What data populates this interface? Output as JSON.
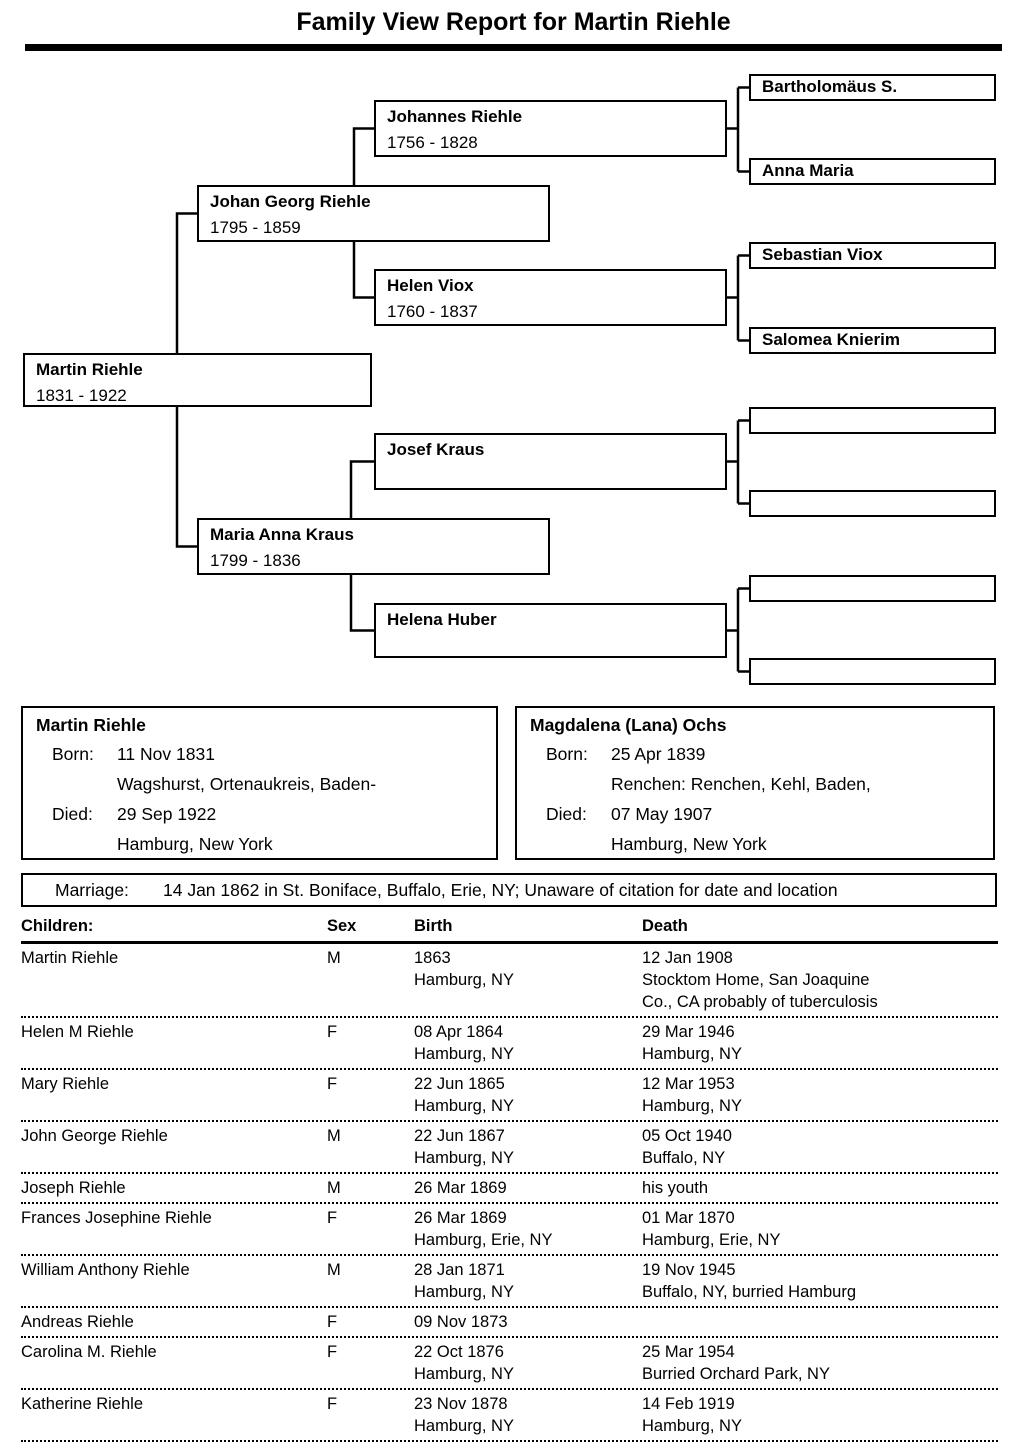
{
  "title": "Family View Report for Martin Riehle",
  "tree": {
    "root": {
      "name": "Martin Riehle",
      "dates": "1831 - 1922"
    },
    "father": {
      "name": "Johan Georg Riehle",
      "dates": "1795 - 1859"
    },
    "mother": {
      "name": "Maria Anna Kraus",
      "dates": "1799 - 1836"
    },
    "ff": {
      "name": "Johannes Riehle",
      "dates": "1756 - 1828"
    },
    "fm": {
      "name": "Helen Viox",
      "dates": "1760 - 1837"
    },
    "mf": {
      "name": "Josef Kraus",
      "dates": ""
    },
    "mm": {
      "name": "Helena Huber",
      "dates": ""
    },
    "fff": {
      "name": "Bartholomäus S."
    },
    "ffm": {
      "name": "Anna Maria"
    },
    "fmf": {
      "name": "Sebastian Viox"
    },
    "fmm": {
      "name": "Salomea Knierim"
    },
    "mff": {
      "name": ""
    },
    "mfm": {
      "name": ""
    },
    "mmf": {
      "name": ""
    },
    "mmm": {
      "name": ""
    }
  },
  "husband": {
    "name": "Martin Riehle",
    "born_label": "Born:",
    "born_date": "11 Nov 1831",
    "born_place": "Wagshurst, Ortenaukreis, Baden-",
    "died_label": "Died:",
    "died_date": "29 Sep 1922",
    "died_place": "Hamburg, New York"
  },
  "wife": {
    "name": "Magdalena (Lana) Ochs",
    "born_label": "Born:",
    "born_date": "25 Apr 1839",
    "born_place": "Renchen: Renchen, Kehl, Baden,",
    "died_label": "Died:",
    "died_date": "07 May 1907",
    "died_place": "Hamburg, New York"
  },
  "marriage": {
    "label": "Marriage:",
    "value": "14 Jan 1862 in St. Boniface, Buffalo, Erie, NY; Unaware of citation for date and location"
  },
  "children_table": {
    "headers": {
      "children": "Children:",
      "sex": "Sex",
      "birth": "Birth",
      "death": "Death"
    },
    "rows": [
      {
        "name": "Martin Riehle",
        "sex": "M",
        "birth": [
          "1863",
          "Hamburg, NY"
        ],
        "death": [
          "12 Jan 1908",
          "Stocktom Home, San Joaquine",
          "Co., CA probably of tuberculosis"
        ]
      },
      {
        "name": "Helen M Riehle",
        "sex": "F",
        "birth": [
          "08 Apr 1864",
          "Hamburg, NY"
        ],
        "death": [
          "29 Mar 1946",
          "Hamburg, NY"
        ]
      },
      {
        "name": "Mary Riehle",
        "sex": "F",
        "birth": [
          "22 Jun 1865",
          "Hamburg, NY"
        ],
        "death": [
          "12 Mar 1953",
          "Hamburg, NY"
        ]
      },
      {
        "name": "John George Riehle",
        "sex": "M",
        "birth": [
          "22 Jun 1867",
          "Hamburg, NY"
        ],
        "death": [
          "05 Oct 1940",
          "Buffalo, NY"
        ]
      },
      {
        "name": "Joseph Riehle",
        "sex": "M",
        "birth": [
          "26 Mar 1869"
        ],
        "death": [
          "his youth"
        ]
      },
      {
        "name": "Frances Josephine Riehle",
        "sex": "F",
        "birth": [
          "26 Mar 1869",
          "Hamburg, Erie, NY"
        ],
        "death": [
          "01 Mar 1870",
          "Hamburg, Erie, NY"
        ]
      },
      {
        "name": "William Anthony Riehle",
        "sex": "M",
        "birth": [
          "28 Jan 1871",
          "Hamburg, NY"
        ],
        "death": [
          "19 Nov 1945",
          "Buffalo, NY, burried Hamburg"
        ]
      },
      {
        "name": "Andreas Riehle",
        "sex": "F",
        "birth": [
          "09 Nov 1873"
        ],
        "death": []
      },
      {
        "name": "Carolina M. Riehle",
        "sex": "F",
        "birth": [
          "22 Oct 1876",
          "Hamburg, NY"
        ],
        "death": [
          "25 Mar 1954",
          "Burried Orchard Park, NY"
        ]
      },
      {
        "name": "Katherine Riehle",
        "sex": "F",
        "birth": [
          "23 Nov 1878",
          "Hamburg, NY"
        ],
        "death": [
          "14 Feb 1919",
          "Hamburg, NY"
        ]
      }
    ]
  }
}
